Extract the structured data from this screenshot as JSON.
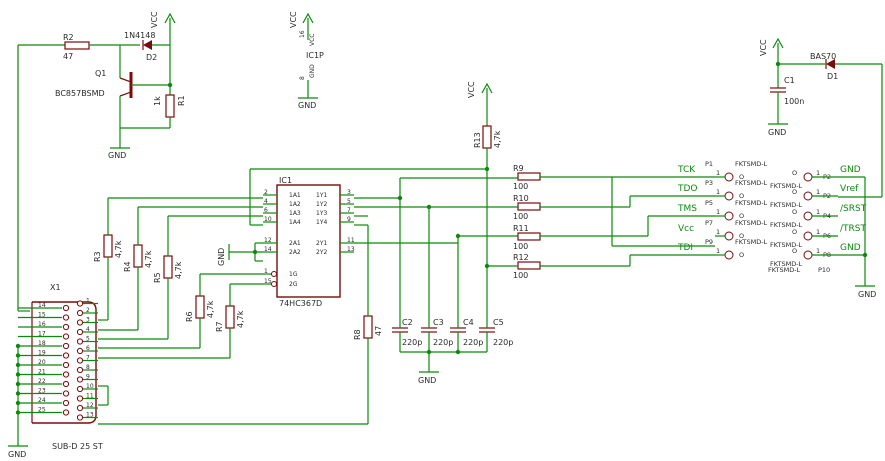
{
  "parts": {
    "r2": {
      "name": "R2",
      "value": "47"
    },
    "r1": {
      "name": "R1",
      "value": "1k"
    },
    "d2": {
      "name": "D2",
      "value": "1N4148"
    },
    "q1": {
      "name": "Q1",
      "value": "BC857BSMD"
    },
    "ic1p": {
      "name": "IC1P",
      "vcc_pin": "16",
      "gnd_pin": "8",
      "vcc_label": "VCC",
      "gnd_label": "GND"
    },
    "ic1": {
      "name": "IC1",
      "value": "74HC367D",
      "left_pins": [
        "2",
        "4",
        "6",
        "10",
        "12",
        "14",
        "1",
        "15"
      ],
      "left_labels": [
        "1A1",
        "1A2",
        "1A3",
        "1A4",
        "2A1",
        "2A2",
        "1G",
        "2G"
      ],
      "right_pins": [
        "3",
        "5",
        "7",
        "9",
        "11",
        "13"
      ],
      "right_labels": [
        "1Y1",
        "1Y2",
        "1Y3",
        "1Y4",
        "2Y1",
        "2Y2"
      ]
    },
    "r13": {
      "name": "R13",
      "value": "4,7k"
    },
    "r9": {
      "name": "R9",
      "value": "100"
    },
    "r10": {
      "name": "R10",
      "value": "100"
    },
    "r11": {
      "name": "R11",
      "value": "100"
    },
    "r12": {
      "name": "R12",
      "value": "100"
    },
    "r3": {
      "name": "R3",
      "value": "4,7k"
    },
    "r4": {
      "name": "R4",
      "value": "4,7k"
    },
    "r5": {
      "name": "R5",
      "value": "4,7k"
    },
    "r6": {
      "name": "R6",
      "value": "4,7k"
    },
    "r7": {
      "name": "R7",
      "value": "4,7k"
    },
    "r8": {
      "name": "R8",
      "value": "47"
    },
    "c1": {
      "name": "C1",
      "value": "100n"
    },
    "d1": {
      "name": "D1",
      "value": "BAS70"
    },
    "caps": [
      {
        "name": "C2",
        "value": "220p"
      },
      {
        "name": "C3",
        "value": "220p"
      },
      {
        "name": "C4",
        "value": "220p"
      },
      {
        "name": "C5",
        "value": "220p"
      }
    ],
    "x1": {
      "name": "X1",
      "value": "SUB-D 25 ST",
      "left_pins": [
        "14",
        "15",
        "16",
        "17",
        "18",
        "19",
        "20",
        "21",
        "22",
        "23",
        "24",
        "25"
      ],
      "right_pins": [
        "1",
        "2",
        "3",
        "4",
        "5",
        "6",
        "7",
        "8",
        "9",
        "10",
        "11",
        "12",
        "13"
      ]
    }
  },
  "power": {
    "vcc": "VCC",
    "gnd": "GND"
  },
  "connector": {
    "part": "FKTSMD-L",
    "left": [
      {
        "pin": "P1",
        "signal": "TCK"
      },
      {
        "pin": "P3",
        "signal": "TDO"
      },
      {
        "pin": "P5",
        "signal": "TMS"
      },
      {
        "pin": "P7",
        "signal": "Vcc"
      },
      {
        "pin": "P9",
        "signal": "TDI"
      }
    ],
    "right": [
      {
        "pin": "P2",
        "signal": "GND"
      },
      {
        "pin": "P2",
        "signal": "Vref"
      },
      {
        "pin": "P4",
        "signal": "/SRST"
      },
      {
        "pin": "P6",
        "signal": "/TRST"
      },
      {
        "pin": "P8",
        "signal": "GND"
      }
    ],
    "bottom_pin": "P10",
    "pad_one": "1",
    "pad_zero": "O"
  }
}
